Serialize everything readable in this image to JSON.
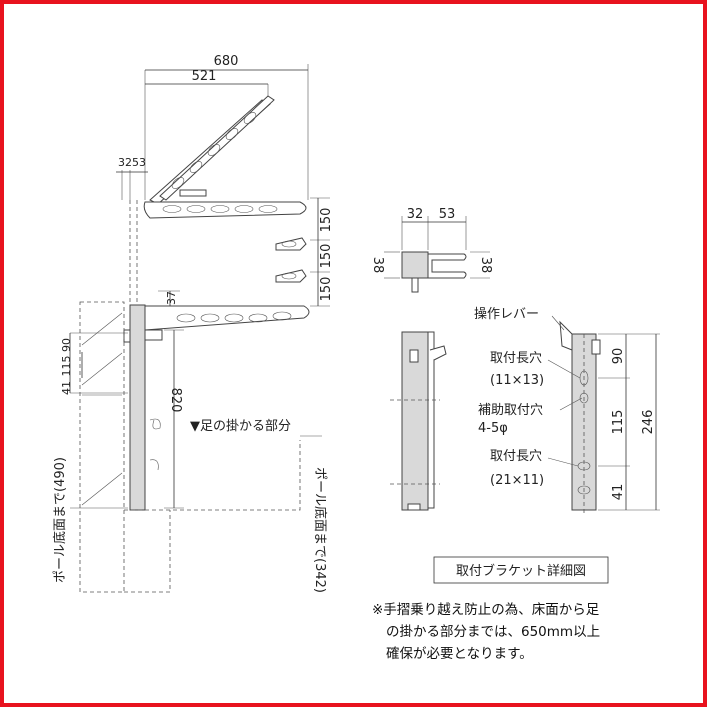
{
  "colors": {
    "border": "#e8121e",
    "line": "#333333",
    "pole": "#d9d9d9"
  },
  "main_view": {
    "dims": {
      "width_680": "680",
      "width_521": "521",
      "left_32": "32",
      "left_53": "53",
      "pitch_150_a": "150",
      "pitch_150_b": "150",
      "pitch_150_c": "150",
      "h_37": "37",
      "h_90": "90",
      "h_115": "115",
      "h_41": "41",
      "h_820": "820"
    },
    "labels": {
      "foot_point": "▼足の掛かる部分",
      "pole_bottom_490": "ポール底面まで(490)",
      "pole_bottom_342": "ポール底面まで(342)"
    }
  },
  "detail_view": {
    "dims": {
      "top_32": "32",
      "top_53": "53",
      "h_38_left": "38",
      "h_38_right": "38",
      "v_90": "90",
      "v_115": "115",
      "v_41": "41",
      "v_246": "246"
    },
    "labels": {
      "lever": "操作レバー",
      "slot_1": "取付長穴",
      "slot_1_size": "(11×13)",
      "aux_hole": "補助取付穴",
      "aux_hole_size": "4-5φ",
      "slot_2": "取付長穴",
      "slot_2_size": "(21×11)"
    },
    "caption": "取付ブラケット詳細図"
  },
  "note": {
    "line1": "※手摺乗り越え防止の為、床面から足",
    "line2": "の掛かる部分までは、650mm以上",
    "line3": "確保が必要となります。"
  }
}
